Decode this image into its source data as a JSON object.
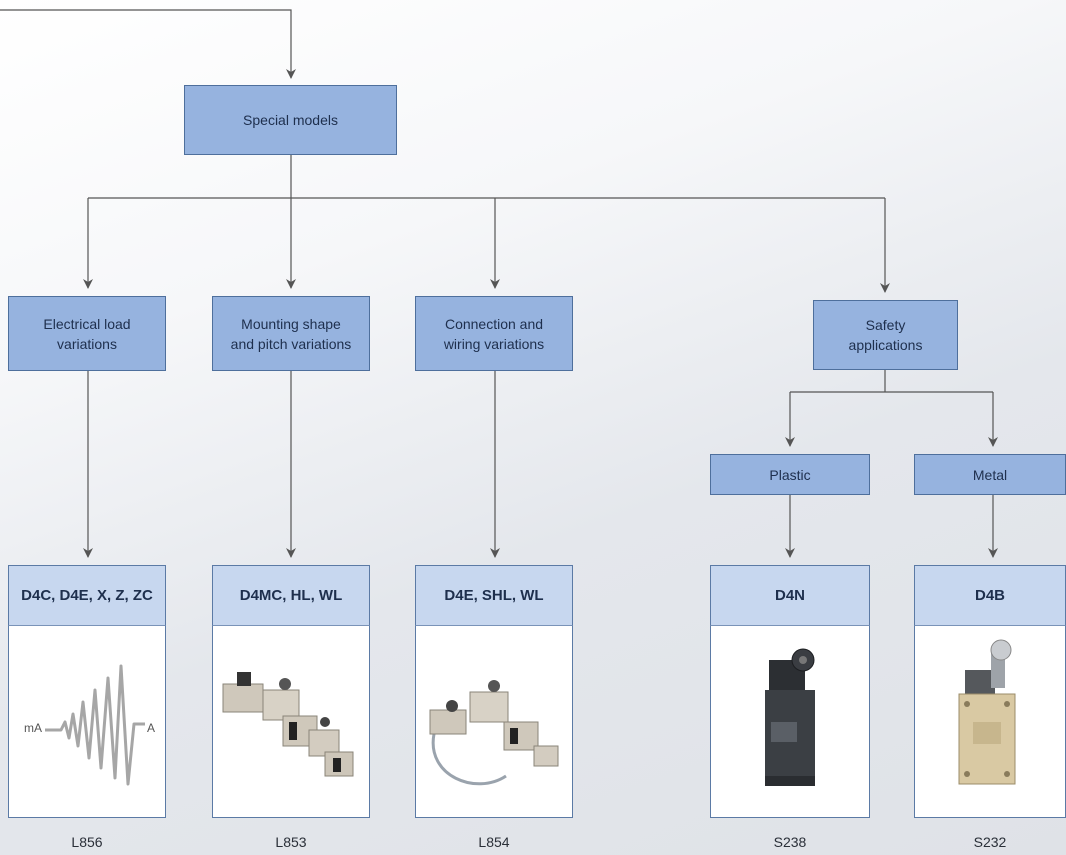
{
  "diagram": {
    "root": "Special models",
    "categories": [
      "Electrical load\nvariations",
      "Mounting shape\nand pitch variations",
      "Connection and\nwiring variations",
      "Safety\napplications"
    ],
    "safety_sub": [
      "Plastic",
      "Metal"
    ],
    "models": [
      {
        "name": "D4C, D4E, X, Z, ZC",
        "ref": "L856"
      },
      {
        "name": "D4MC, HL, WL",
        "ref": "L853"
      },
      {
        "name": "D4E, SHL, WL",
        "ref": "L854"
      },
      {
        "name": "D4N",
        "ref": "S238"
      },
      {
        "name": "D4B",
        "ref": "S232"
      }
    ],
    "waveform_labels": {
      "left": "mA",
      "right": "A"
    }
  },
  "colors": {
    "box_fill": "#96b3df",
    "header_fill": "#c7d7ef",
    "line": "#555555"
  }
}
